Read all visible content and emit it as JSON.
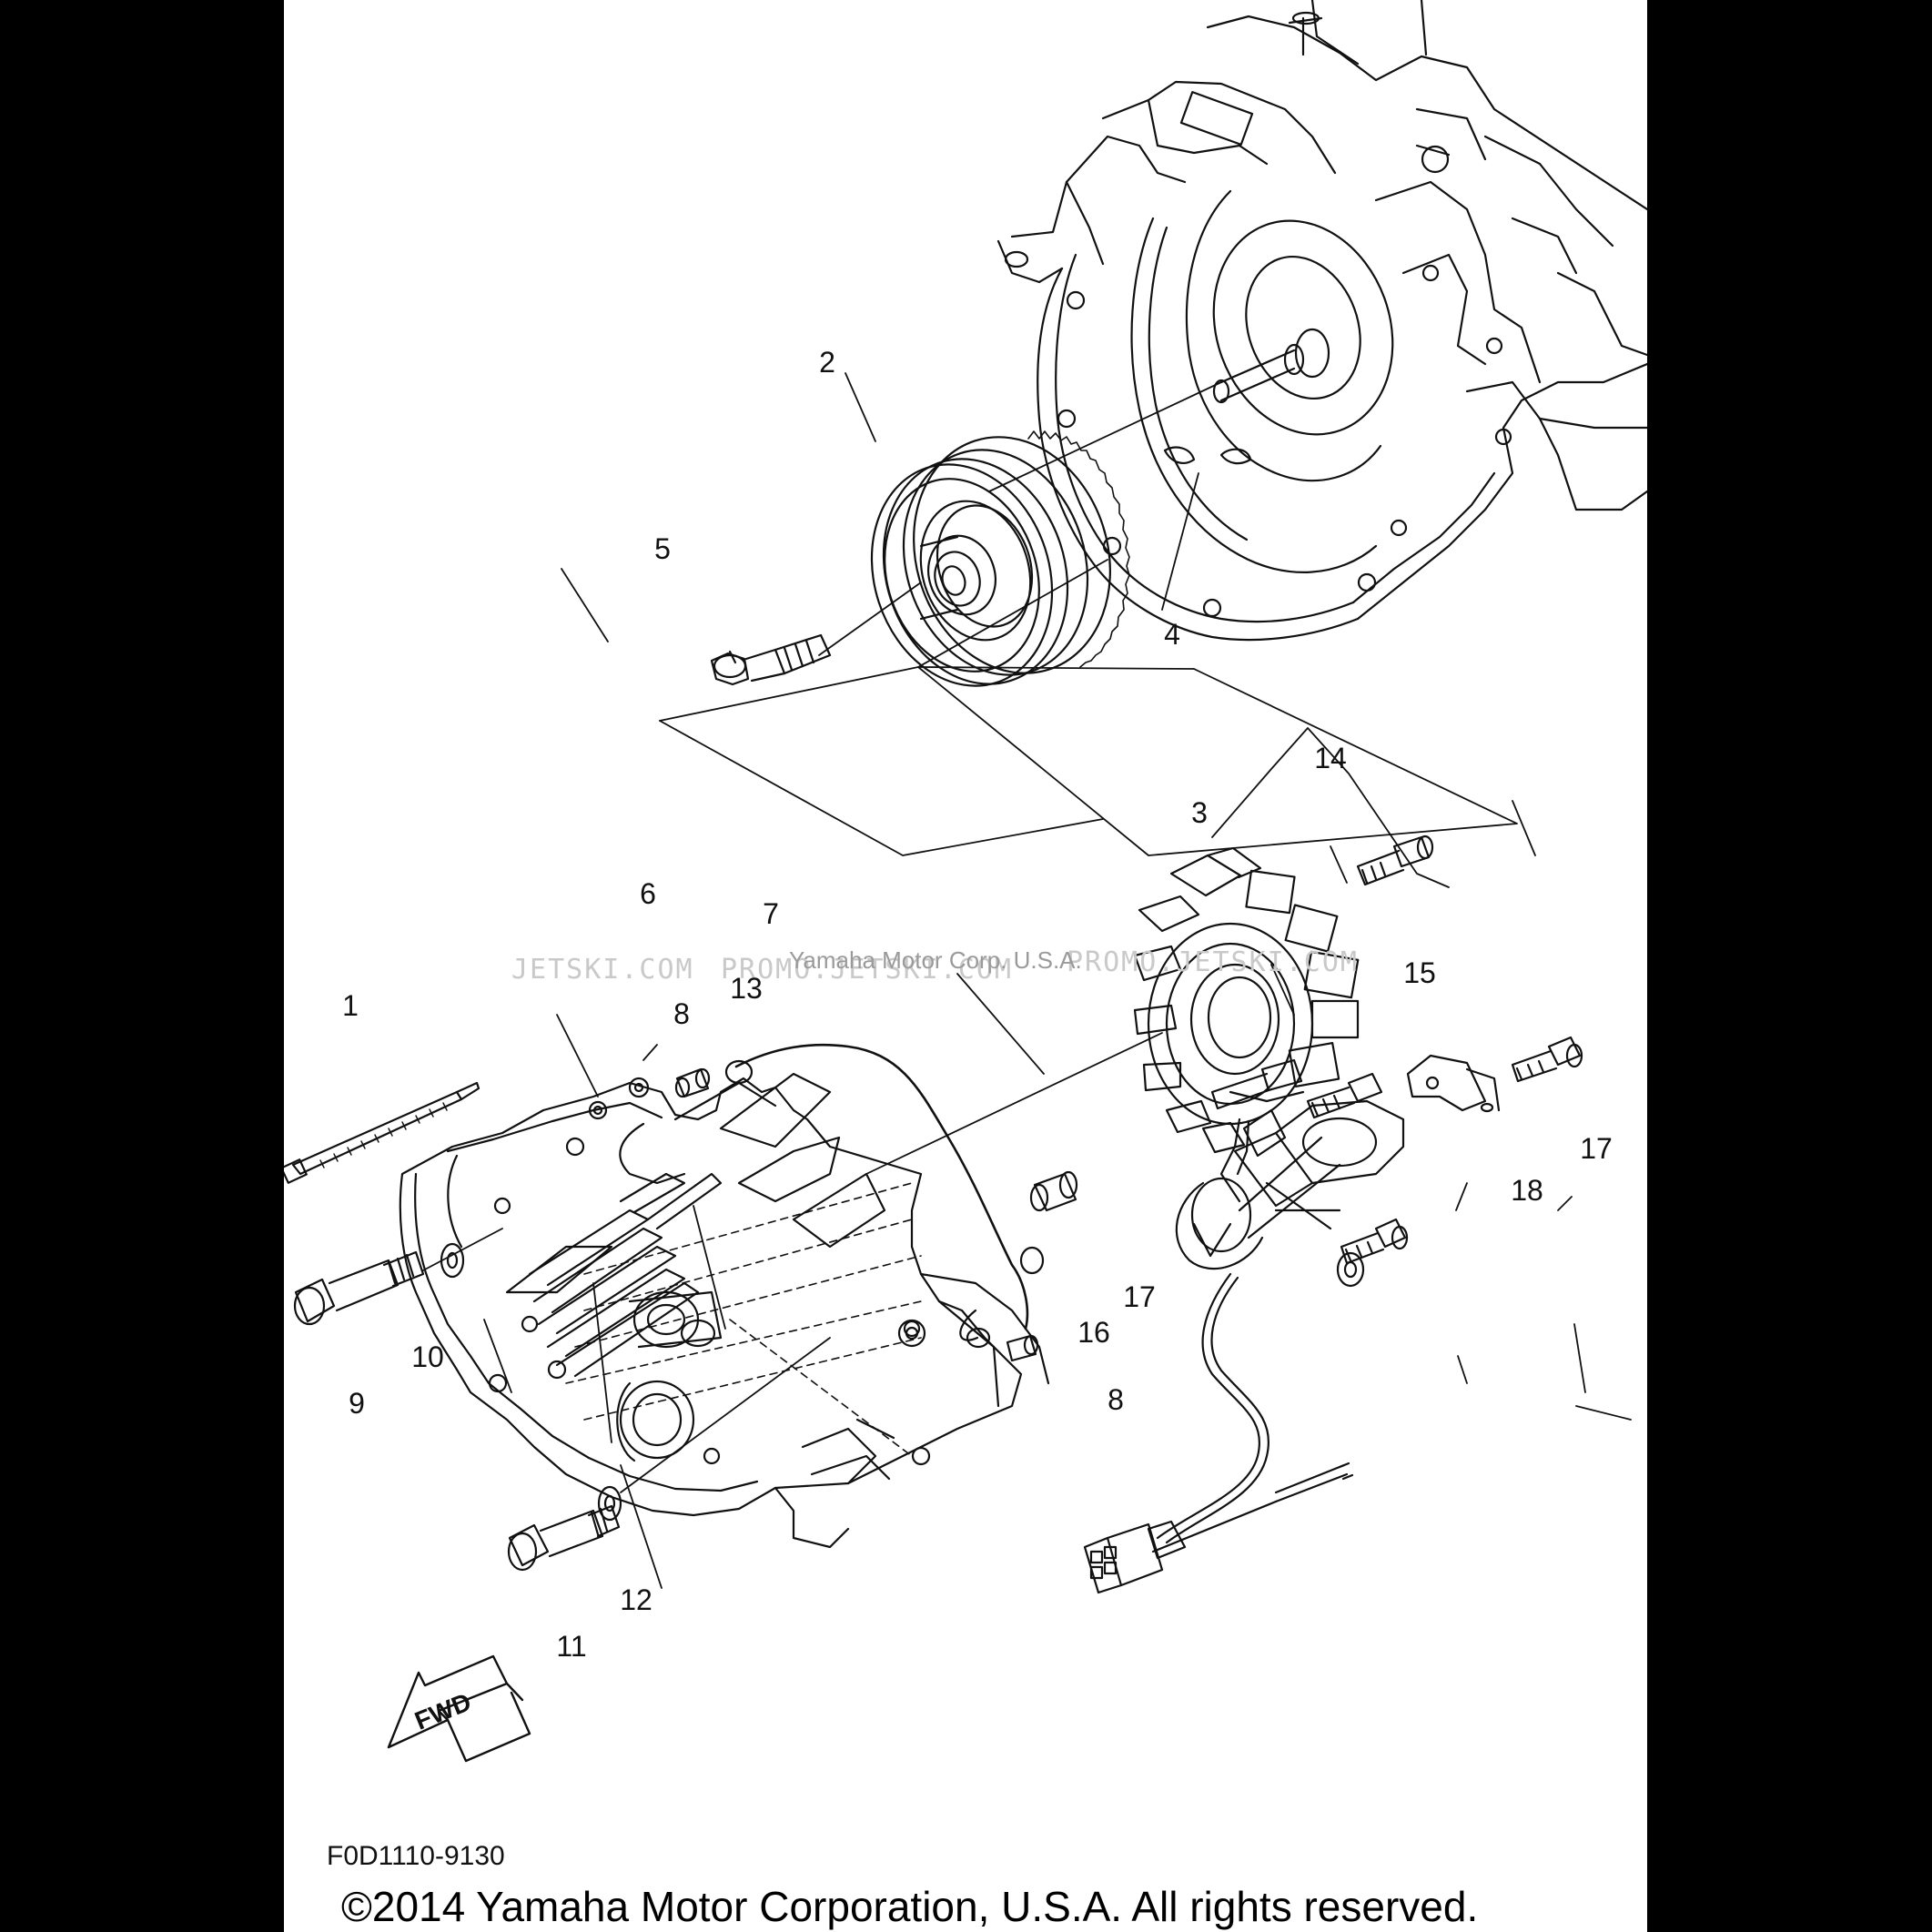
{
  "diagram": {
    "callouts": [
      {
        "id": "c1",
        "label": "1"
      },
      {
        "id": "c2",
        "label": "2"
      },
      {
        "id": "c3",
        "label": "3"
      },
      {
        "id": "c4",
        "label": "4"
      },
      {
        "id": "c5",
        "label": "5"
      },
      {
        "id": "c6",
        "label": "6"
      },
      {
        "id": "c7",
        "label": "7"
      },
      {
        "id": "c8a",
        "label": "8"
      },
      {
        "id": "c8b",
        "label": "8"
      },
      {
        "id": "c9",
        "label": "9"
      },
      {
        "id": "c10",
        "label": "10"
      },
      {
        "id": "c11",
        "label": "11"
      },
      {
        "id": "c12",
        "label": "12"
      },
      {
        "id": "c13",
        "label": "13"
      },
      {
        "id": "c14",
        "label": "14"
      },
      {
        "id": "c15",
        "label": "15"
      },
      {
        "id": "c16",
        "label": "16"
      },
      {
        "id": "c17a",
        "label": "17"
      },
      {
        "id": "c17b",
        "label": "17"
      },
      {
        "id": "c18",
        "label": "18"
      }
    ],
    "fwd_label": "FWD",
    "figure_code": "F0D1110-9130",
    "copyright": "©2014 Yamaha Motor Corporation, U.S.A. All rights reserved.",
    "watermarks": {
      "left": "JETSKI.COM",
      "middle": "PROMO.JETSKI.COM",
      "right": "PROMO.JETSKI.COM",
      "center": "Yamaha Motor Corp. U.S.A."
    },
    "colors": {
      "ink": "#111111",
      "background": "#ffffff",
      "margin": "#000000",
      "watermark": "#c9c9c9"
    }
  }
}
